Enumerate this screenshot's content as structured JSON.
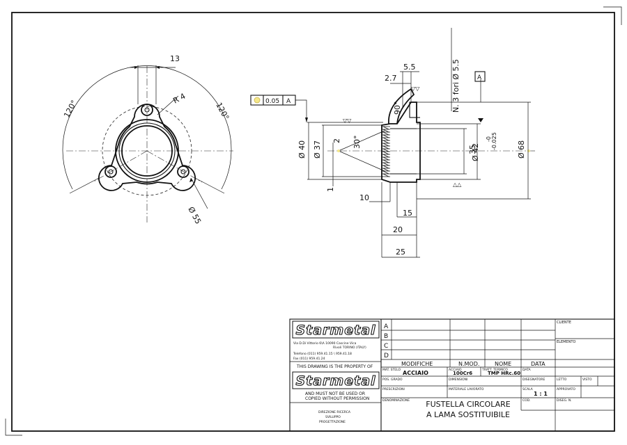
{
  "drawing": {
    "front_view": {
      "dim_top": "13",
      "radius": "R 4",
      "angle_left": "120°",
      "angle_right": "120°",
      "dim_diameter": "Ø 55"
    },
    "section_view": {
      "tolerance_value": "0.05",
      "tolerance_datum": "A",
      "datum_flag": "A",
      "d40": "Ø 40",
      "d37": "Ø 37",
      "d2": "2",
      "angle30": "30°",
      "angle90": "90°",
      "d35": "35",
      "d42": "Ø 42",
      "tol_upper": "-0",
      "tol_lower": "-0.025",
      "d68": "Ø 68",
      "d2_7": "2.7",
      "d5_5": "5.5",
      "note_holes": "N. 3 fori Ø 5.5",
      "d1": "1",
      "d10": "10",
      "d15": "15",
      "d20": "20",
      "d25": "25"
    }
  },
  "title_block": {
    "company_logo": "Starmetal",
    "address_line1": "Via D.Di Vittorio 6\\A  10090 Cascine Vica",
    "address_line2": "Rivoli TORINO (ITALY)",
    "phone": "Telefono (011) 959.41.15 \\ 959.41.18",
    "fax": "Fax (011) 959.41.24",
    "property_notice": "THIS DRAWING IS THE PROPERTY OF",
    "notice_line2": "AND MUST NOT BE USED OR",
    "notice_line3": "COPIED WITHOUT PERMISSION",
    "dept1": "DIREZIONE RICERCA",
    "dept2": "SVILUPPO",
    "dept3": "PROGETTAZIONE",
    "rev_letters": [
      "A",
      "B",
      "C",
      "D"
    ],
    "col_modifiche": "MODIFICHE",
    "col_nmod": "N.MOD.",
    "col_nome": "NOME",
    "col_data": "DATA",
    "lbl_cliente": "CLIENTE",
    "lbl_elemento": "ELEMENTO",
    "lbl_mat_stelo": "MAT. STELO",
    "mat_stelo": "ACCIAIO",
    "lbl_acciaio": "ACCIAIO",
    "acciaio": "100Cr6",
    "lbl_tratt": "TRATT. TERMICO",
    "tratt": "TMP HRc.60",
    "lbl_data": "DATA",
    "lbl_pos": "POS. GRADO",
    "lbl_dimensioni": "DIMENSIONI",
    "lbl_disegnatore": "DISEGNATORE",
    "lbl_letto": "LETTO",
    "lbl_visto": "VISTO",
    "lbl_prescrizioni": "PRESCRIZIONI",
    "lbl_materiale": "MATERIALE LAVORATO",
    "lbl_scala": "SCALA",
    "scala": "1 : 1",
    "lbl_approvato": "APPROVATO",
    "lbl_denominazione": "DENOMINAZIONE",
    "title_line1": "FUSTELLA CIRCOLARE",
    "title_line2": "A LAMA SOSTITUIBILE",
    "lbl_cod": "COD.",
    "lbl_disegno": "DISEG. N."
  }
}
